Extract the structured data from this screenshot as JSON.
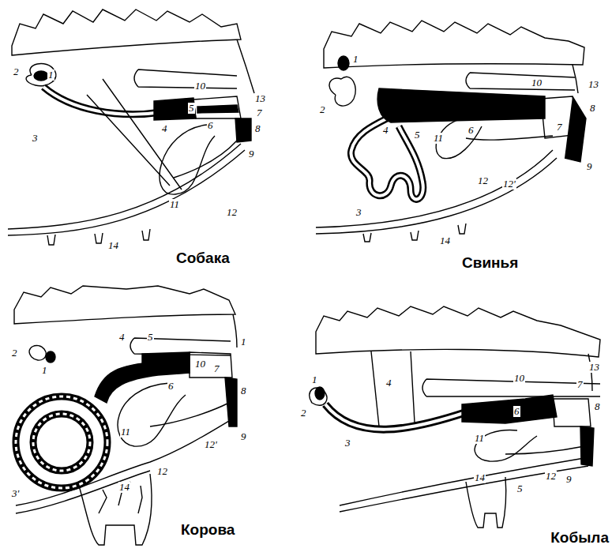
{
  "diagram": {
    "labels": [
      "2",
      "1",
      "3",
      "5",
      "10",
      "4",
      "6",
      "13",
      "7",
      "8",
      "9",
      "11",
      "12",
      "14",
      "Собака",
      "1",
      "2",
      "4",
      "5",
      "10",
      "13",
      "6",
      "7",
      "8",
      "3",
      "11",
      "12",
      "12'",
      "9",
      "14",
      "Свинья",
      "2",
      "1",
      "4",
      "5",
      "10",
      "1",
      "7",
      "6",
      "8",
      "9",
      "3'",
      "11",
      "12",
      "12'",
      "14",
      "Корова",
      "1",
      "2",
      "4",
      "10",
      "13",
      "7",
      "6",
      "8",
      "3",
      "11",
      "5",
      "12",
      "9",
      "14",
      "Кобыла"
    ]
  }
}
